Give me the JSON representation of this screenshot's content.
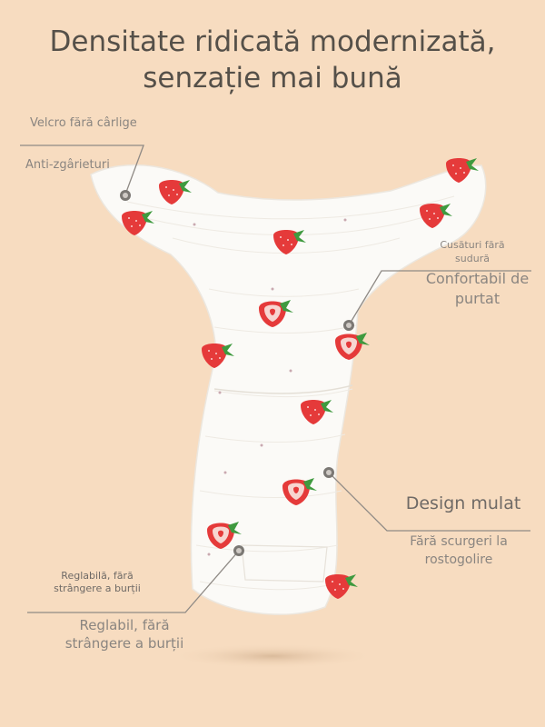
{
  "title": {
    "line1": "Densitate ridicată modernizată,",
    "line2": "senzație mai bună"
  },
  "labels": {
    "velcro": "Velcro fără cârlige",
    "anti_scratch": "Anti-zgârieturi",
    "seams": "Cusături fără sudură",
    "comfortable": "Confortabil de purtat",
    "design": "Design mulat",
    "no_leak": "Fără scurgeri la rostogolire",
    "adjustable_small": "Reglabilă, fără strângere a burții",
    "adjustable_big": "Reglabil, fără strângere a burții"
  },
  "colors": {
    "background": "#f7dcc0",
    "title_text": "#555049",
    "label_text": "#8a8580",
    "fabric": "#fbfaf7",
    "strawberry_red": "#e53a3a",
    "strawberry_leaf": "#3f9a3f"
  }
}
